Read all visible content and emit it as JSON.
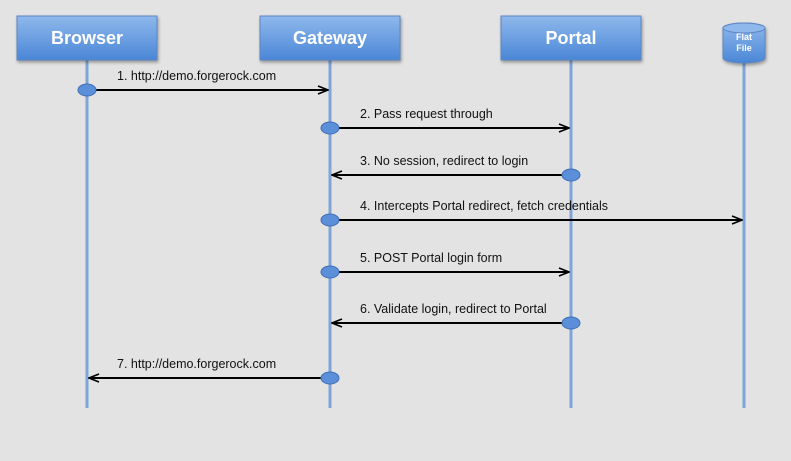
{
  "colors": {
    "background": "#e3e3e3",
    "actor_fill_top": "#8fb8ec",
    "actor_fill_bottom": "#4a86d6",
    "actor_border": "#5d86c3",
    "lifeline": "#7fa4d8",
    "arrow": "#000000",
    "activation_dot": "#5b8fd9"
  },
  "participants": [
    {
      "id": "browser",
      "label": "Browser",
      "kind": "box"
    },
    {
      "id": "gateway",
      "label": "Gateway",
      "kind": "box"
    },
    {
      "id": "portal",
      "label": "Portal",
      "kind": "box"
    },
    {
      "id": "flatfile",
      "label_lines": [
        "Flat",
        "File"
      ],
      "kind": "database"
    }
  ],
  "messages": [
    {
      "from": "browser",
      "to": "gateway",
      "text": "1.  http://demo.forgerock.com"
    },
    {
      "from": "gateway",
      "to": "portal",
      "text": "2.  Pass request through"
    },
    {
      "from": "portal",
      "to": "gateway",
      "text": "3.  No session, redirect to login"
    },
    {
      "from": "gateway",
      "to": "flatfile",
      "text": "4.  Intercepts Portal redirect, fetch credentials"
    },
    {
      "from": "gateway",
      "to": "portal",
      "text": "5.  POST Portal login form"
    },
    {
      "from": "portal",
      "to": "gateway",
      "text": "6.  Validate login, redirect to Portal"
    },
    {
      "from": "gateway",
      "to": "browser",
      "text": "7.  http://demo.forgerock.com"
    }
  ]
}
